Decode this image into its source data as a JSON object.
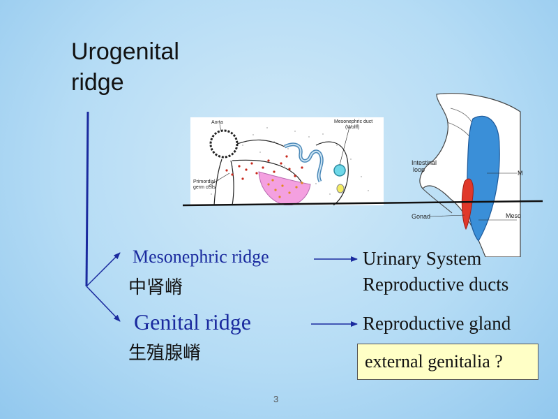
{
  "title": {
    "line1": "Urogenital",
    "line2": "ridge"
  },
  "left_figure": {
    "labels": {
      "aorta": "Aorta",
      "mesonephric_duct": "Mesonephric duct",
      "wolff": "(Wolff)",
      "primordial": "Primordial",
      "germ_cells": "germ cells"
    }
  },
  "right_figure": {
    "labels": {
      "intestinal": "Intestinal",
      "loop": "loop",
      "gonad": "Gonad",
      "m": "M",
      "meso": "Meso"
    }
  },
  "branches": {
    "mesonephric": {
      "en": "Mesonephric ridge",
      "zh": "中肾嵴",
      "fate_1": "Urinary System",
      "fate_2": "Reproductive ducts"
    },
    "genital": {
      "en": "Genital ridge",
      "zh": "生殖腺嵴",
      "fate_1": "Reproductive gland"
    }
  },
  "question": "external genitalia ?",
  "page_number": "3",
  "colors": {
    "ridge_blue": "#1a2a9e",
    "arrow_blue": "#1a2a9e",
    "box_fill": "#ffffc6"
  }
}
